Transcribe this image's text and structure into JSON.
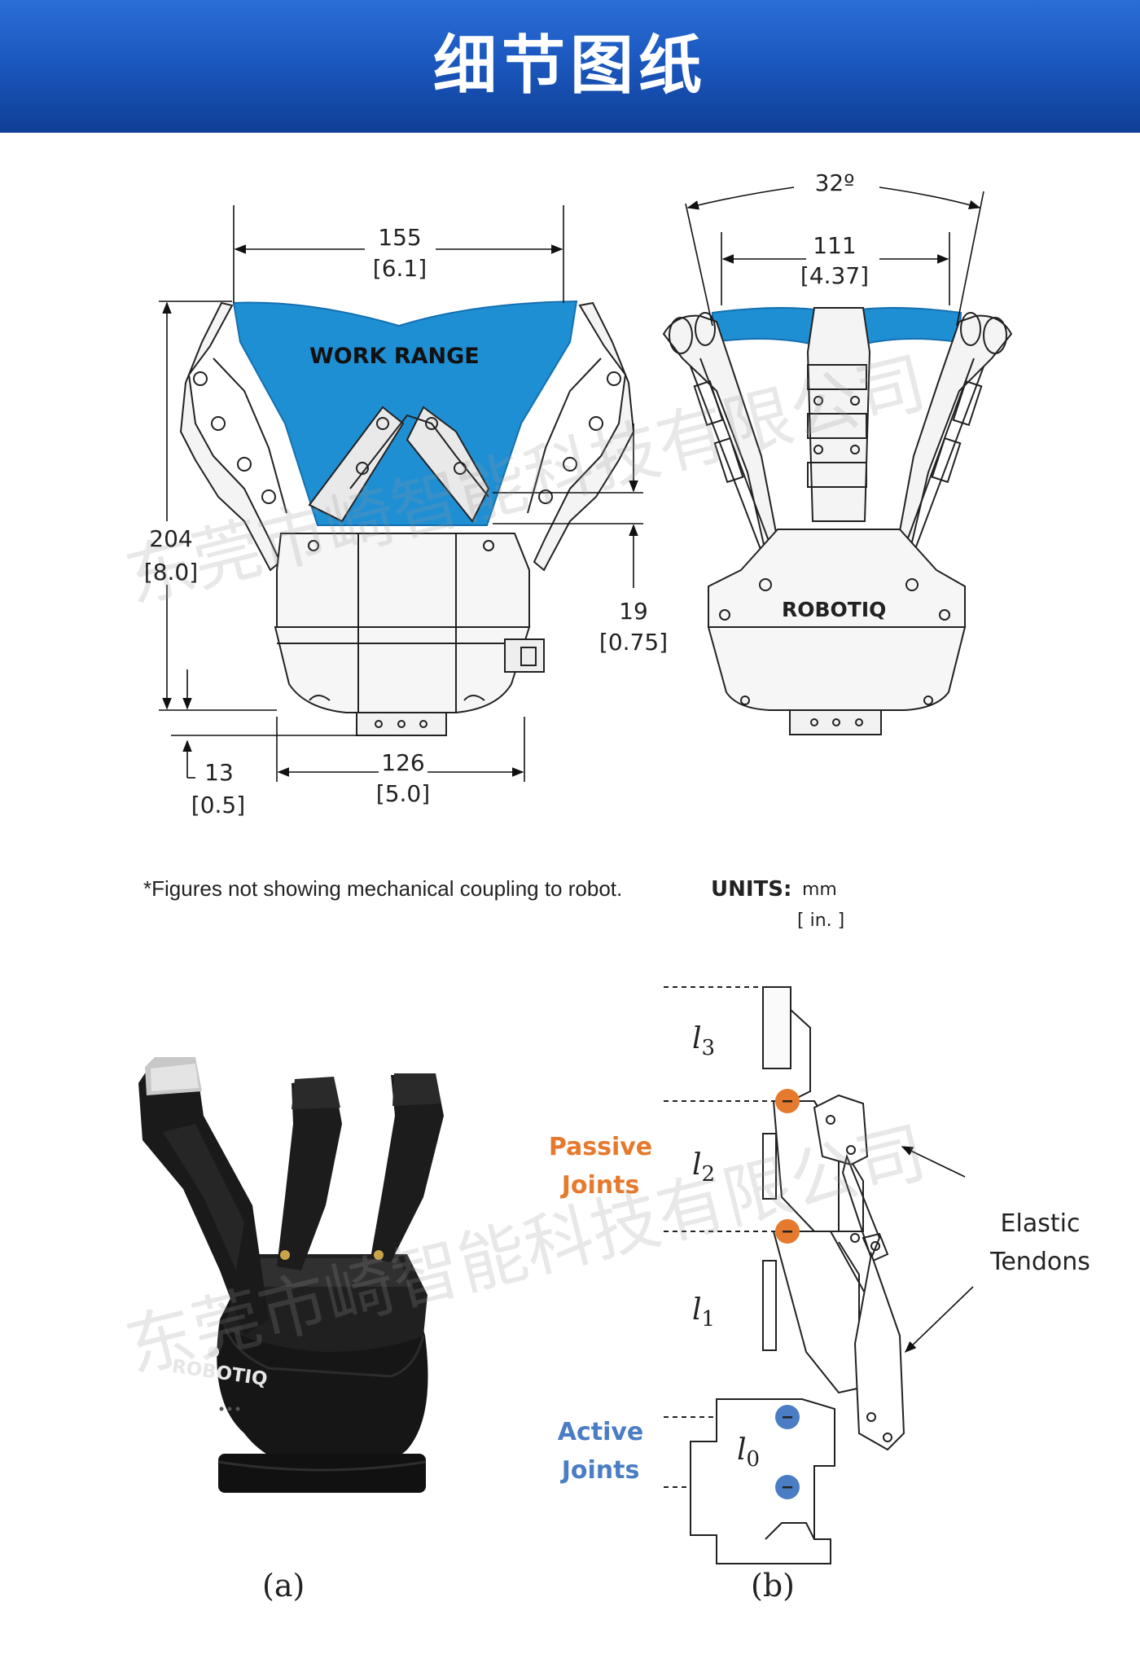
{
  "header": {
    "title": "细节图纸"
  },
  "watermark": {
    "line1": "东莞市崎智能科技有限公司",
    "line2": "东莞市崎智能科技有限公司"
  },
  "front_view": {
    "work_range_label": "WORK RANGE",
    "width_top": {
      "mm": "155",
      "in": "[6.1]"
    },
    "height_total": {
      "mm": "204",
      "in": "[8.0]"
    },
    "finger_offset": {
      "mm": "19",
      "in": "[0.75]"
    },
    "base_offset": {
      "mm": "13",
      "in": "[0.5]"
    },
    "base_width": {
      "mm": "126",
      "in": "[5.0]"
    }
  },
  "side_view": {
    "angle": "32º",
    "width": {
      "mm": "111",
      "in": "[4.37]"
    },
    "brand": "ROBOTIQ"
  },
  "footnote": "*Figures not showing mechanical coupling to robot.",
  "units": {
    "label": "UNITS:",
    "primary": "mm",
    "secondary": "[ in. ]"
  },
  "photo": {
    "brand": "ROBOTIQ",
    "caption": "(a)"
  },
  "finger_diagram": {
    "caption": "(b)",
    "passive_joints": [
      "Passive",
      "Joints"
    ],
    "active_joints": [
      "Active",
      "Joints"
    ],
    "elastic_tendons": [
      "Elastic",
      "Tendons"
    ],
    "links": [
      {
        "sym": "l",
        "sub": "3"
      },
      {
        "sym": "l",
        "sub": "2"
      },
      {
        "sym": "l",
        "sub": "1"
      },
      {
        "sym": "l",
        "sub": "0"
      }
    ]
  },
  "colors": {
    "banner": "#1b58bf",
    "work_range": "#1f8fd4",
    "passive_joint": "#e57a2e",
    "active_joint": "#4a7dc4"
  }
}
